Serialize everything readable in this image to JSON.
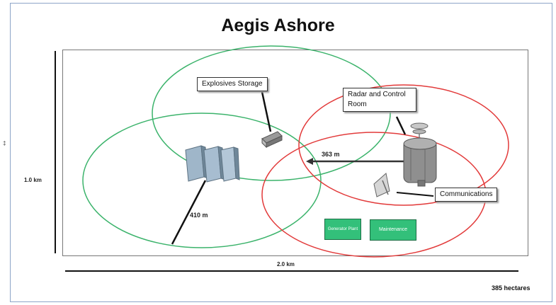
{
  "title": "Aegis Ashore",
  "left_mark": "‡",
  "labels": {
    "explosives_storage": "Explosives Storage",
    "radar_control": "Radar and Control Room",
    "communications": "Communications"
  },
  "distances": {
    "radar_to_buildings": "363 m",
    "buildings_radius": "410 m"
  },
  "dimensions": {
    "height": "1.0 km",
    "width": "2.0 km",
    "area": "385 hectares"
  },
  "facilities": {
    "generator": "Generator Plant",
    "maintenance": "Maintenance"
  },
  "colors": {
    "green_circle": "#3bb36b",
    "red_circle": "#e23a3a",
    "facility_green": "#33c07a"
  }
}
